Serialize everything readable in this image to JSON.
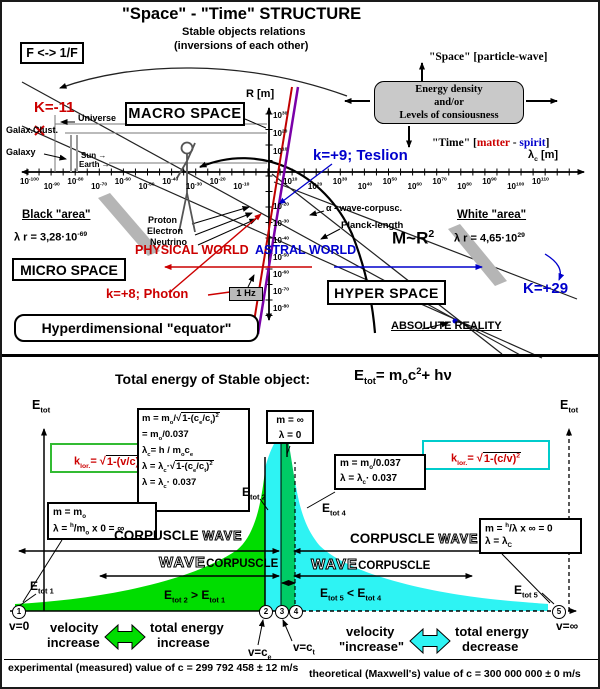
{
  "colors": {
    "red": "#cc0000",
    "blue": "#0000cc",
    "purple": "#7a00a8",
    "green_fill": "#00dd00",
    "cyan_fill": "#2ef3f3",
    "gray_box": "#c9c9c9"
  },
  "top_panel": {
    "title": "\"Space\" - \"Time\"  STRUCTURE",
    "subtitle1": "Stable objects relations",
    "subtitle2": "(inversions of each other)",
    "f_box": "F <-> 1/F",
    "space_axis_label": "\"Space\" [particle-wave]",
    "energy_box_line1": "Energy density",
    "energy_box_line2": "and/or",
    "energy_box_line3": "Levels of consiousness",
    "time_prefix": "\"Time\" [",
    "time_matter": "matter",
    "time_dash": " - ",
    "time_spirit": "spirit",
    "time_suffix": "]",
    "k_minus_11": "K=-11",
    "macro_space": "MACRO SPACE",
    "r_axis_label": "R [m]",
    "lambda_axis_label": "λ_{c} [m]",
    "universe": "Universe",
    "galax_clust": "Galax.Clust.",
    "galaxy": "Galaxy",
    "sun": "Sun →",
    "earth": "Earth →",
    "teslion": "k=+9; Teslion",
    "alpha_wave": "α - wave-corpusc.",
    "planck": "Planck-length",
    "proton": "Proton",
    "electron": "Electron",
    "neutrino": "Neutrino",
    "physical_world": "PHYSICAL WORLD",
    "astral_world": "ASTRAL WORLD",
    "black_area": "Black \"area\"",
    "black_lambda": "λ r = 3,28·10^{-69}",
    "micro_space": "MICRO SPACE",
    "photon": "k=+8; Photon",
    "one_hz": "1 Hz",
    "hyperdim": "Hyperdimensional \"equator\"",
    "hyper_space": "HYPER SPACE",
    "white_area": "White \"area\"",
    "white_lambda": "λ r = 4,65·10^{29}",
    "m_r2": "M~R^{2}",
    "k_plus_29": "K=+29",
    "absolute_reality": "ABSOLUTE REALITY",
    "h_ticks_left": [
      "10^{-100}",
      "10^{-90}",
      "10^{-80}",
      "10^{-70}",
      "10^{-60}",
      "10^{-50}",
      "10^{-40}",
      "10^{-30}",
      "10^{-20}",
      "10^{-10}"
    ],
    "h_ticks_right": [
      "10^{10}",
      "10^{20}",
      "10^{30}",
      "10^{40}",
      "10^{50}",
      "10^{60}",
      "10^{70}",
      "10^{80}",
      "10^{90}",
      "10^{100}",
      "10^{110}"
    ],
    "v_ticks_top": [
      "10^{30}",
      "10^{20}",
      "10^{10}"
    ],
    "v_ticks_bottom": [
      "10^{-20}",
      "10^{-30}",
      "10^{-40}",
      "10^{-50}",
      "10^{-60}",
      "10^{-70}",
      "10^{-80}"
    ]
  },
  "bottom_panel": {
    "title": "Total energy of Stable object:",
    "formula": "E_{tot}= m_{o}c^{2}+ hν",
    "etot_axis": "E_{tot}",
    "klor_left": "k_{lor.}= √r{1-(v/c)^{2}}",
    "klor_right": "k_{lor.}= √r{1-(c/v)^{2}}",
    "box_center": [
      "m = m_{o}/√r{1-(c_{e}/c_{t})^{2}}",
      "   = m_{o}/0.037",
      "λ_{c}= h / m_{o}c_{e}",
      "λ = λ_{c}·√r{1-(c_{e}/c_{t})^{2}}",
      "λ = λ_{c}· 0.037"
    ],
    "box_infinity": [
      "m = ∞",
      "λ = 0"
    ],
    "box_right": [
      "m = m_{o}/0.037",
      "λ = λ_{c}· 0.037"
    ],
    "box_left": [
      "m = m_{o}",
      "λ = ^{h}/m_{o} x 0 = ∞"
    ],
    "box_far_right": [
      "m = ^{h}/λ x ∞ = 0",
      "λ = λ_{C}"
    ],
    "etot1": "E_{tot 1}",
    "etot2": "E_{tot 2}",
    "etot4": "E_{tot 4}",
    "etot5": "E_{tot 5}",
    "green_ineq": "E_{tot 2} > E_{tot 1}",
    "cyan_ineq": "E_{tot 5} < E_{tot 4}",
    "corpuscle": "CORPUSCLE",
    "wave": "WAVE",
    "markers": [
      "1",
      "2",
      "3",
      "4",
      "5"
    ],
    "v0": "v=0",
    "vinf": "v=∞",
    "vce": "v=c_{e}",
    "vct": "v=c_{t}",
    "left_flow": [
      "velocity",
      "increase",
      "total energy",
      "increase"
    ],
    "right_flow": [
      "velocity",
      "\"increase\"",
      "total energy",
      "decrease"
    ],
    "footer_left": "experimental (measured) value of c = 299 792 458 ± 12 m/s",
    "footer_right": "theoretical (Maxwell's) value of c = 300 000 000 ± 0 m/s"
  }
}
